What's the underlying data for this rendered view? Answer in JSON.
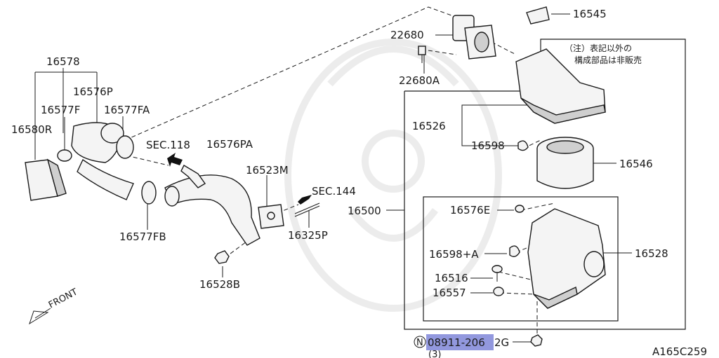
{
  "ref_code": "A165C259",
  "note": {
    "line1": "（注）表記以外の",
    "line2": "構成部品は非販売"
  },
  "front_label": "FRONT",
  "section_refs": {
    "sec118": "SEC.118",
    "sec144": "SEC.144"
  },
  "highlight": {
    "prefix_symbol": "N",
    "part_number": "08911-2062G",
    "part_number_highlighted": "08911-206",
    "part_number_rest": "2G",
    "quantity": "(3)"
  },
  "parts": {
    "p16578": "16578",
    "p16576P": "16576P",
    "p16577F": "16577F",
    "p16577FA": "16577FA",
    "p16580R": "16580R",
    "p16577FB": "16577FB",
    "p16576PA": "16576PA",
    "p16523M": "16523M",
    "p16325P": "16325P",
    "p16528B": "16528B",
    "p22680": "22680",
    "p22680A": "22680A",
    "p16545": "16545",
    "p16526": "16526",
    "p16598": "16598",
    "p16546": "16546",
    "p16500": "16500",
    "p16576E": "16576E",
    "p16598A": "16598+A",
    "p16516": "16516",
    "p16557": "16557",
    "p16528": "16528"
  },
  "icons": [
    "front-arrow-icon",
    "section-arrow-icon",
    "circled-n-icon"
  ]
}
